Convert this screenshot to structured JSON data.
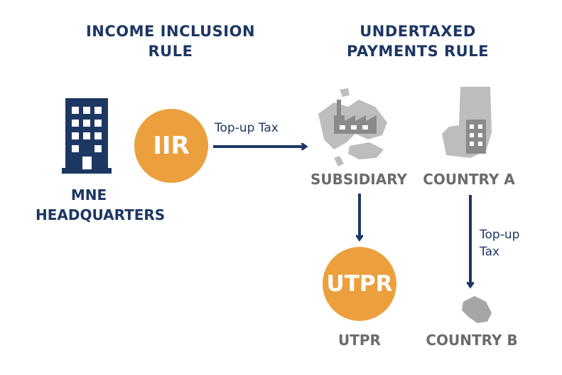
{
  "colors": {
    "navy": "#1d3763",
    "orange": "#eba03d",
    "gray": "#8a8a8a",
    "shape_gray": "#9a9a9a",
    "text_gray": "#6b6b6b"
  },
  "headings": {
    "left": {
      "line1": "INCOME INCLUSION",
      "line2": "RULE"
    },
    "right": {
      "line1": "UNDERTAXED",
      "line2": "PAYMENTS RULE"
    }
  },
  "nodes": {
    "hq": {
      "line1": "MNE",
      "line2": "HEADQUARTERS",
      "icon": "office-building-icon"
    },
    "iir": {
      "text": "IIR"
    },
    "subsidiary": {
      "label": "SUBSIDIARY",
      "icon": "factory-map-icon"
    },
    "country_a": {
      "label": "COUNTRY A",
      "icon": "building-map-icon"
    },
    "utpr": {
      "text": "UTPR",
      "label": "UTPR"
    },
    "country_b": {
      "label": "COUNTRY B",
      "icon": "country-map-icon"
    }
  },
  "edges": {
    "iir_to_subsidiary": {
      "label": "Top-up Tax"
    },
    "subsidiary_to_utpr": {
      "label": ""
    },
    "country_a_to_b": {
      "line1": "Top-up",
      "line2": "Tax"
    }
  }
}
